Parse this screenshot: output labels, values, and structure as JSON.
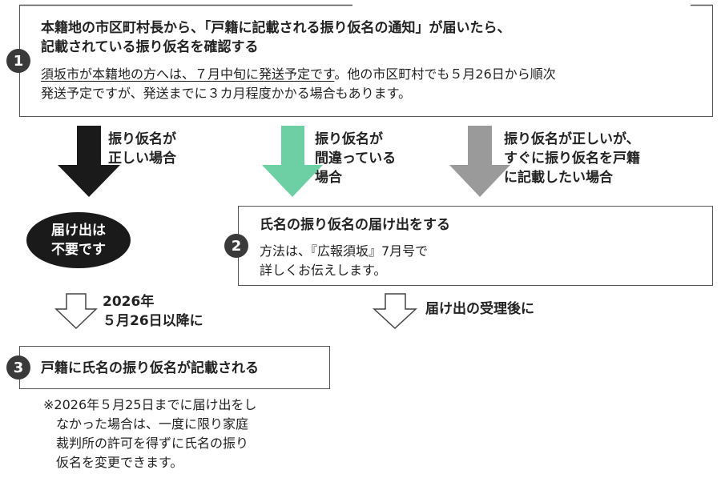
{
  "step1": {
    "badge": "1",
    "title_line1": "本籍地の市区町村長から、「戸籍に記載される振り仮名の通知」が届いたら、",
    "title_line2": "記載されている振り仮名を確認する",
    "note_underlined": "須坂市が本籍地の方へは、７月中旬に発送予定です",
    "note_rest": "。他の市区町村でも５月26日から順次",
    "note_line2": "発送予定ですが、発送までに３カ月程度かかる場合もあります。"
  },
  "branches": [
    {
      "label_line1": "振り仮名が",
      "label_line2": "正しい場合",
      "label_line3": "",
      "color": "#1a1a1a"
    },
    {
      "label_line1": "振り仮名が",
      "label_line2": "間違っている",
      "label_line3": "場合",
      "color": "#6dcfa4"
    },
    {
      "label_line1": "振り仮名が正しいが、",
      "label_line2": "すぐに振り仮名を戸籍",
      "label_line3": "に記載したい場合",
      "color": "#9a9a9a"
    }
  ],
  "no_filing": {
    "line1": "届け出は",
    "line2": "不要です"
  },
  "step2": {
    "badge": "2",
    "title": "氏名の振り仮名の届け出をする",
    "desc_line1": "方法は、『広報須坂』7月号で",
    "desc_line2": "詳しくお伝えします。"
  },
  "after_left": {
    "line1": "2026年",
    "line2": "５月26日以降に"
  },
  "after_right": {
    "line1": "届け出の受理後に"
  },
  "step3": {
    "badge": "3",
    "title": "戸籍に氏名の振り仮名が記載される"
  },
  "footnote": {
    "line1": "※2026年５月25日までに届け出をし",
    "line2": "なかった場合は、一度に限り家庭",
    "line3": "裁判所の許可を得ずに氏名の振り",
    "line4": "仮名を変更できます。"
  }
}
